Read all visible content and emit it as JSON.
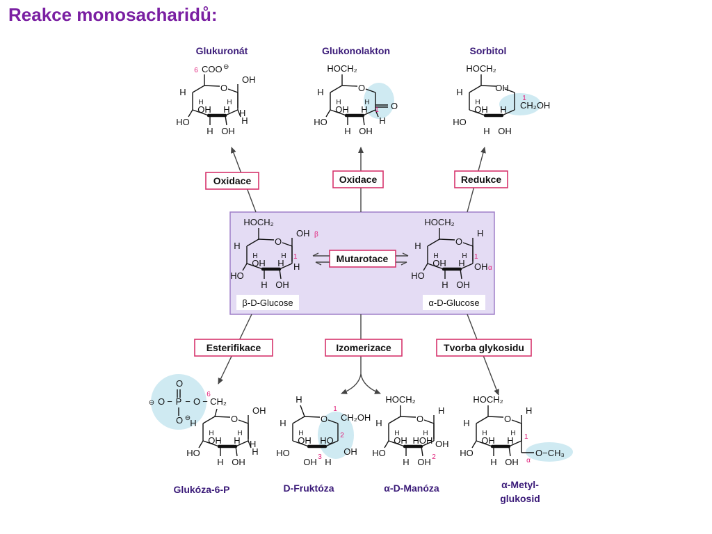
{
  "title": "Reakce monosacharidů:",
  "colors": {
    "title": "#7a1fa2",
    "label": "#3a1a78",
    "reaction_box_border": "#d6336c",
    "center_panel": "#e4dcf4",
    "center_panel_border": "#9f7fc8",
    "highlight": "#cfeaf2",
    "locant": "#e0207a"
  },
  "center": {
    "beta_caption": "β-D-Glucose",
    "alpha_caption": "α-D-Glucose",
    "mutarotation": "Mutarotace",
    "beta_mark": "β",
    "alpha_mark": "α"
  },
  "reactions": {
    "oxidation_1": "Oxidace",
    "oxidation_2": "Oxidace",
    "reduction": "Redukce",
    "esterification": "Esterifikace",
    "isomerization": "Izomerizace",
    "glycoside": "Tvorba glykosidu"
  },
  "products": {
    "glucuronate": "Glukuronát",
    "gluconolactone": "Glukonolakton",
    "sorbitol": "Sorbitol",
    "glucose6p_line": "Glukóza-6-P",
    "fructose": "D-Fruktóza",
    "mannose": "α-D-Manóza",
    "methylglucoside_line1": "α-Metyl-",
    "methylglucoside_line2": "glukosid"
  },
  "atoms": {
    "H": "H",
    "OH": "OH",
    "HO": "HO",
    "O": "O",
    "HOCH2": "HOCH₂",
    "CH2OH": "CH₂OH",
    "CH2": "CH₂",
    "COO": "COO",
    "minus": "⊖",
    "OCH3": "O−CH₃",
    "dash": "−",
    "P": "P"
  },
  "locants": {
    "n1": "1",
    "n2": "2",
    "n3": "3",
    "n6": "6",
    "alpha": "α"
  }
}
